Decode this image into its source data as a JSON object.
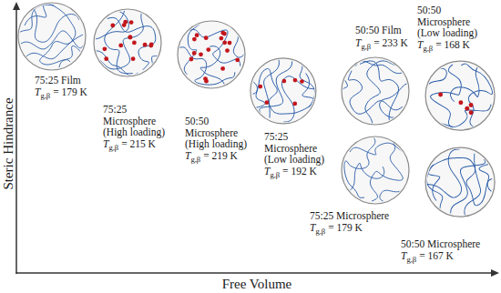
{
  "diagram": {
    "nodes": [
      {
        "text": [
          "75:25 Film",
          "Tg,β = 179 K"
        ]
      },
      {
        "text": [
          "75:25 Microsphere (High loading)",
          "Tg,β = 215 K"
        ]
      },
      {
        "text": [
          "50:50 Microsphere (High loading)",
          "Tg,β = 219 K"
        ]
      },
      {
        "text": [
          "75:25 Microsphere (Low loading)",
          "Tg,β = 192 K"
        ]
      },
      {
        "text": [
          "50:50 Film",
          "Tg,β = 233 K"
        ]
      },
      {
        "text": [
          "50:50 Microsphere (Low loading)",
          "Tg,β = 168 K"
        ]
      },
      {
        "text": [
          "75:25 Microsphere",
          "Tg,β = 179 K"
        ]
      },
      {
        "text": [
          "50:50 Microsphere",
          "Tg,β = 167 K"
        ]
      }
    ],
    "labels": [
      "Steric Hindrance",
      "Free Volume"
    ]
  }
}
